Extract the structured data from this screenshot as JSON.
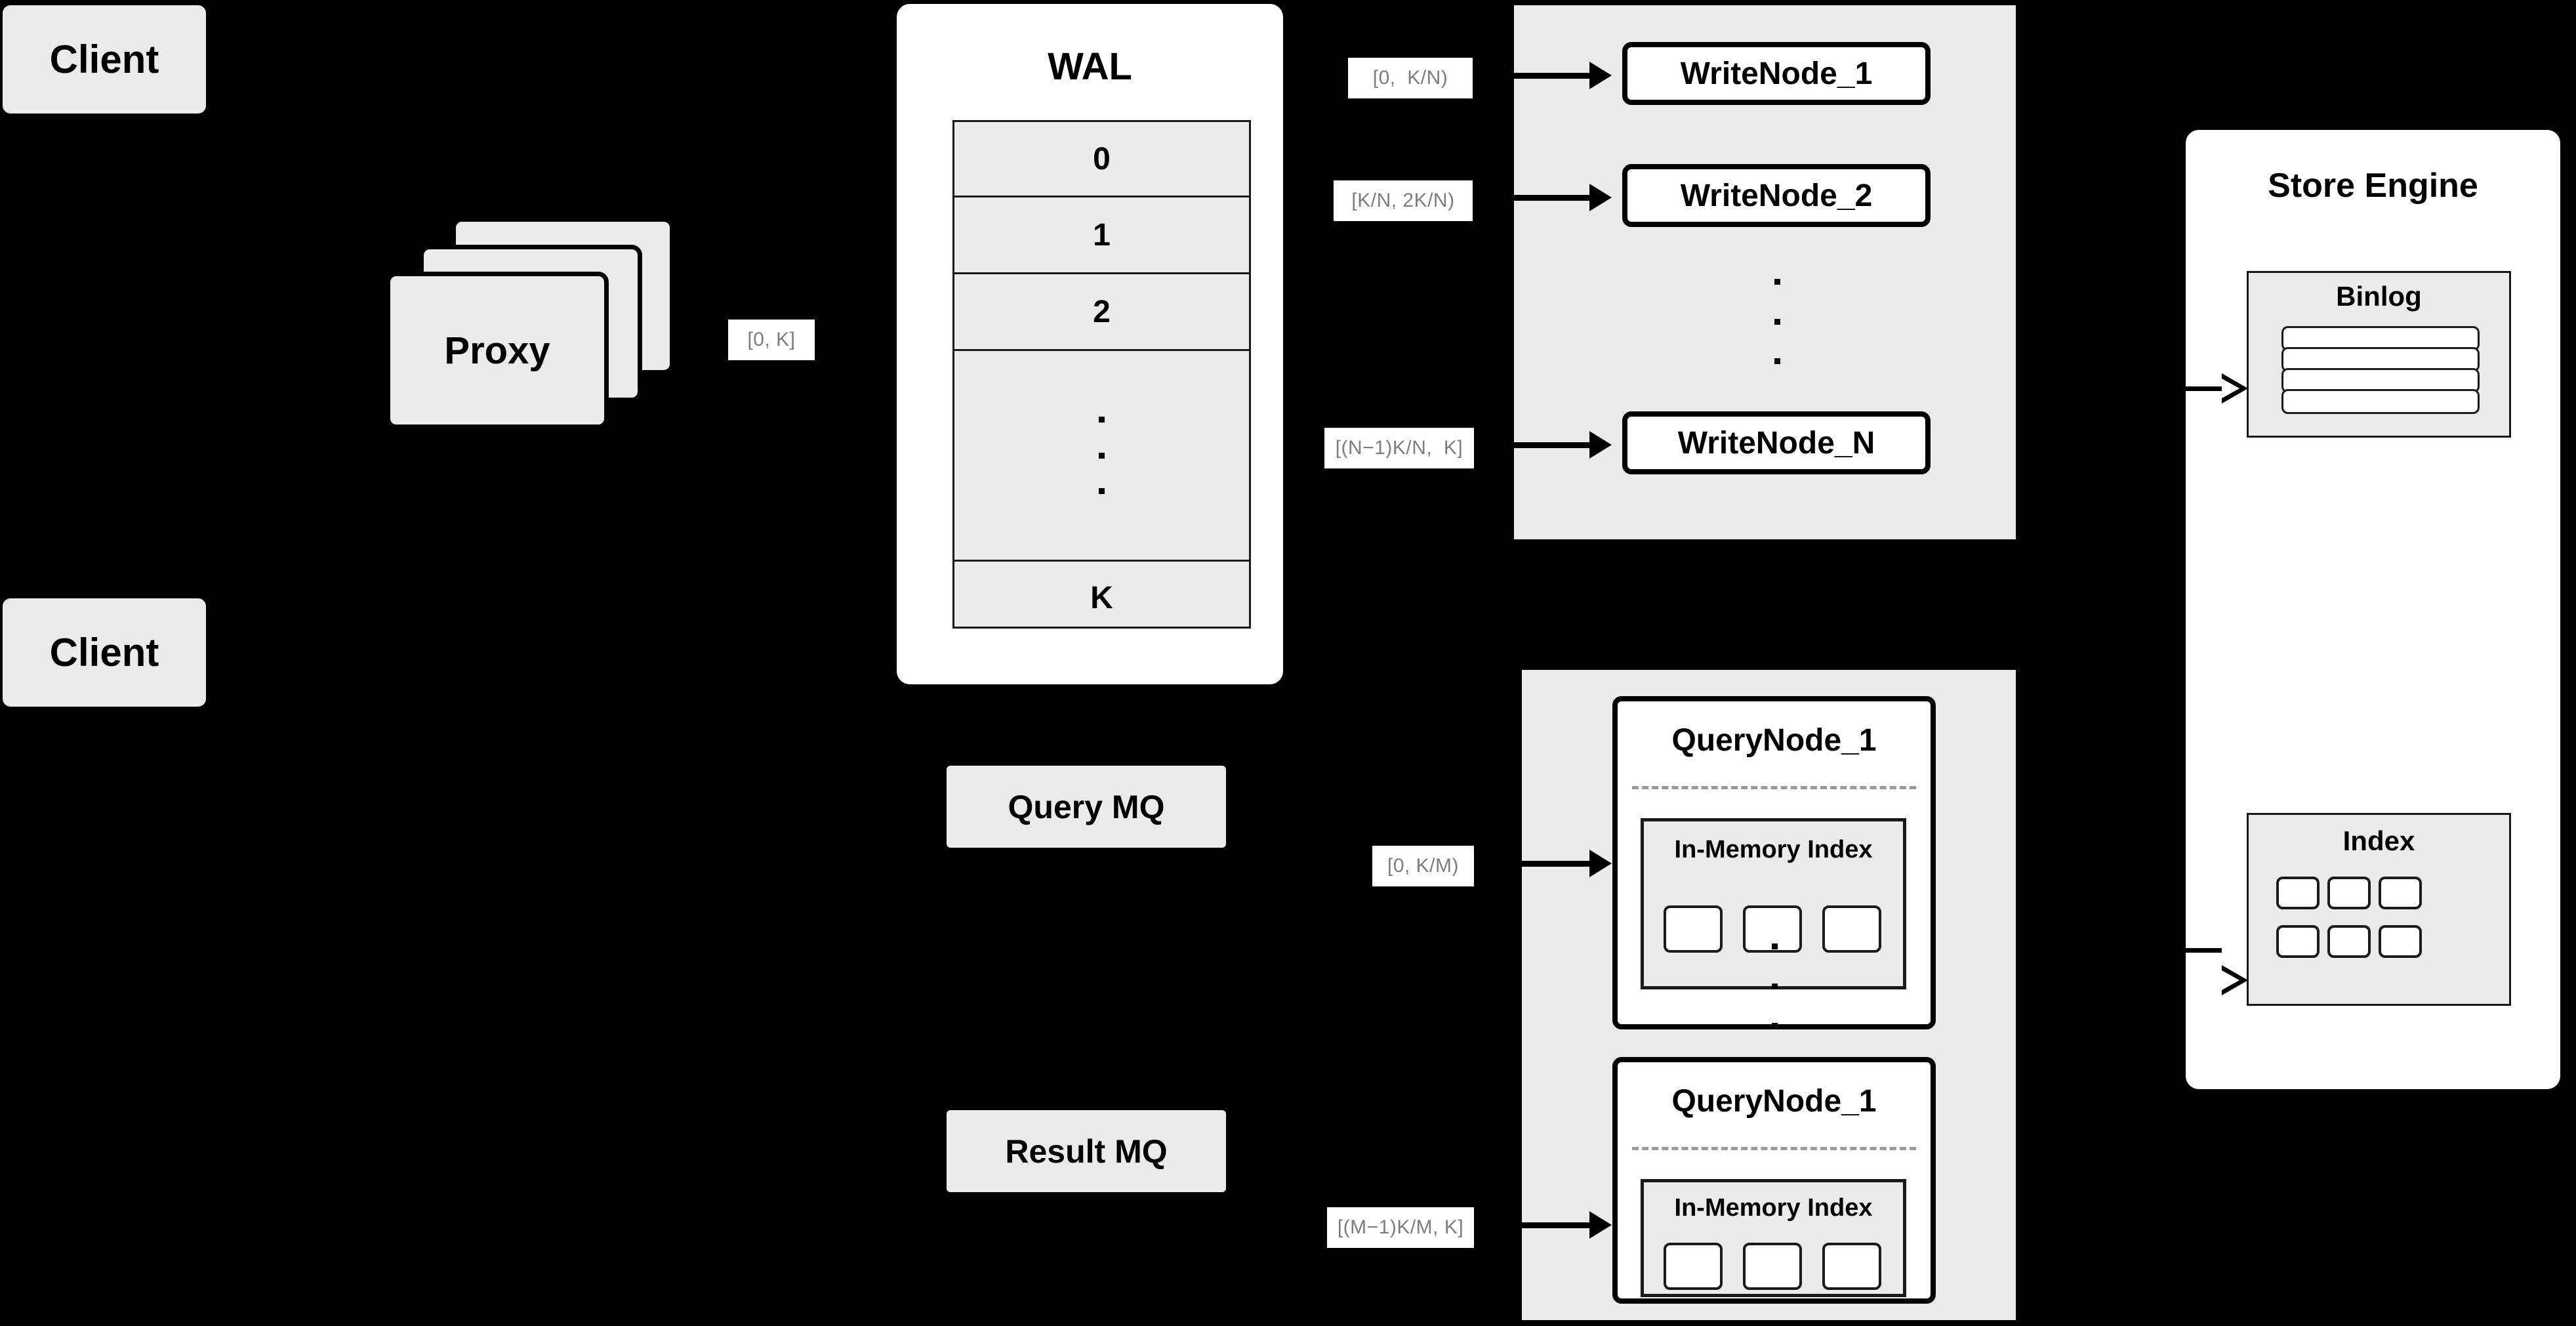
{
  "diagram": {
    "colors": {
      "background": "#000000",
      "fill_gray": "#ebebeb",
      "fill_white": "#ffffff",
      "stroke": "#000000",
      "label_text": "#7d7d7d",
      "separator": "#9a9a9a"
    },
    "clients": [
      {
        "label": "Client"
      },
      {
        "label": "Client"
      }
    ],
    "proxy": {
      "label": "Proxy",
      "stack_count": 3
    },
    "wal": {
      "title": "WAL",
      "rows": [
        "0",
        "1",
        "2",
        "⋮",
        "K"
      ],
      "row_values": [
        "0",
        "1",
        "2",
        "K"
      ],
      "ellipsis_dots": 3
    },
    "queues": [
      {
        "label": "Query MQ"
      },
      {
        "label": "Result MQ"
      }
    ],
    "write_cluster": {
      "nodes": [
        {
          "label": "WriteNode_1"
        },
        {
          "label": "WriteNode_2"
        },
        {
          "label": "WriteNode_N"
        }
      ],
      "ellipsis_dots": 3
    },
    "query_cluster": {
      "nodes": [
        {
          "title": "QueryNode_1",
          "index_title": "In-Memory Index",
          "cells": 3
        },
        {
          "title": "QueryNode_1",
          "index_title": "In-Memory Index",
          "cells": 3
        }
      ],
      "ellipsis_dots": 3
    },
    "store_engine": {
      "title": "Store Engine",
      "binlog": {
        "title": "Binlog",
        "rows": 4
      },
      "index": {
        "title": "Index",
        "rows": 2,
        "cols": 3
      }
    },
    "range_labels": {
      "proxy_to_wal": "[0, K]",
      "write_1": "[0,  K/N)",
      "write_2": "[K/N, 2K/N)",
      "write_n": "[(N−1)K/N,  K]",
      "query_1": "[0, K/M)",
      "query_m": "[(M−1)K/M, K]"
    }
  }
}
